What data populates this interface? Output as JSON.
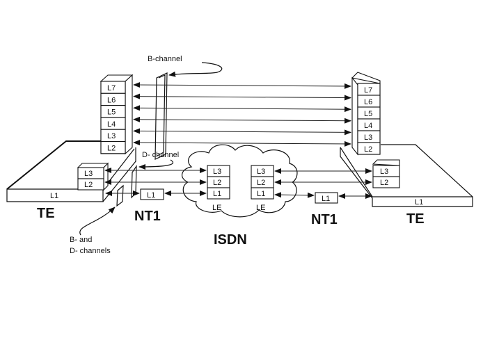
{
  "diagram": {
    "left_te": {
      "label": "TE",
      "stack_layers": [
        "L7",
        "L6",
        "L5",
        "L4",
        "L3",
        "L2"
      ],
      "d_stack_layers": [
        "L3",
        "L2"
      ],
      "base_layer": "L1"
    },
    "left_nt1": {
      "label": "NT1",
      "layer": "L1"
    },
    "isdn": {
      "label": "ISDN",
      "le_left": {
        "label": "LE",
        "layers": [
          "L3",
          "L2",
          "L1"
        ]
      },
      "le_right": {
        "label": "LE",
        "layers": [
          "L3",
          "L2",
          "L1"
        ]
      }
    },
    "right_nt1": {
      "label": "NT1",
      "layer": "L1"
    },
    "right_te": {
      "label": "TE",
      "stack_layers": [
        "L7",
        "L6",
        "L5",
        "L4",
        "L3",
        "L2"
      ],
      "d_stack_layers": [
        "L3",
        "L2"
      ],
      "base_layer": "L1"
    },
    "annotations": {
      "b_channel": "B-channel",
      "d_channel": "D- channel",
      "bd_channels_line1": "B- and",
      "bd_channels_line2": "D- channels"
    },
    "colors": {
      "ink": "#111111",
      "background": "#ffffff"
    }
  }
}
